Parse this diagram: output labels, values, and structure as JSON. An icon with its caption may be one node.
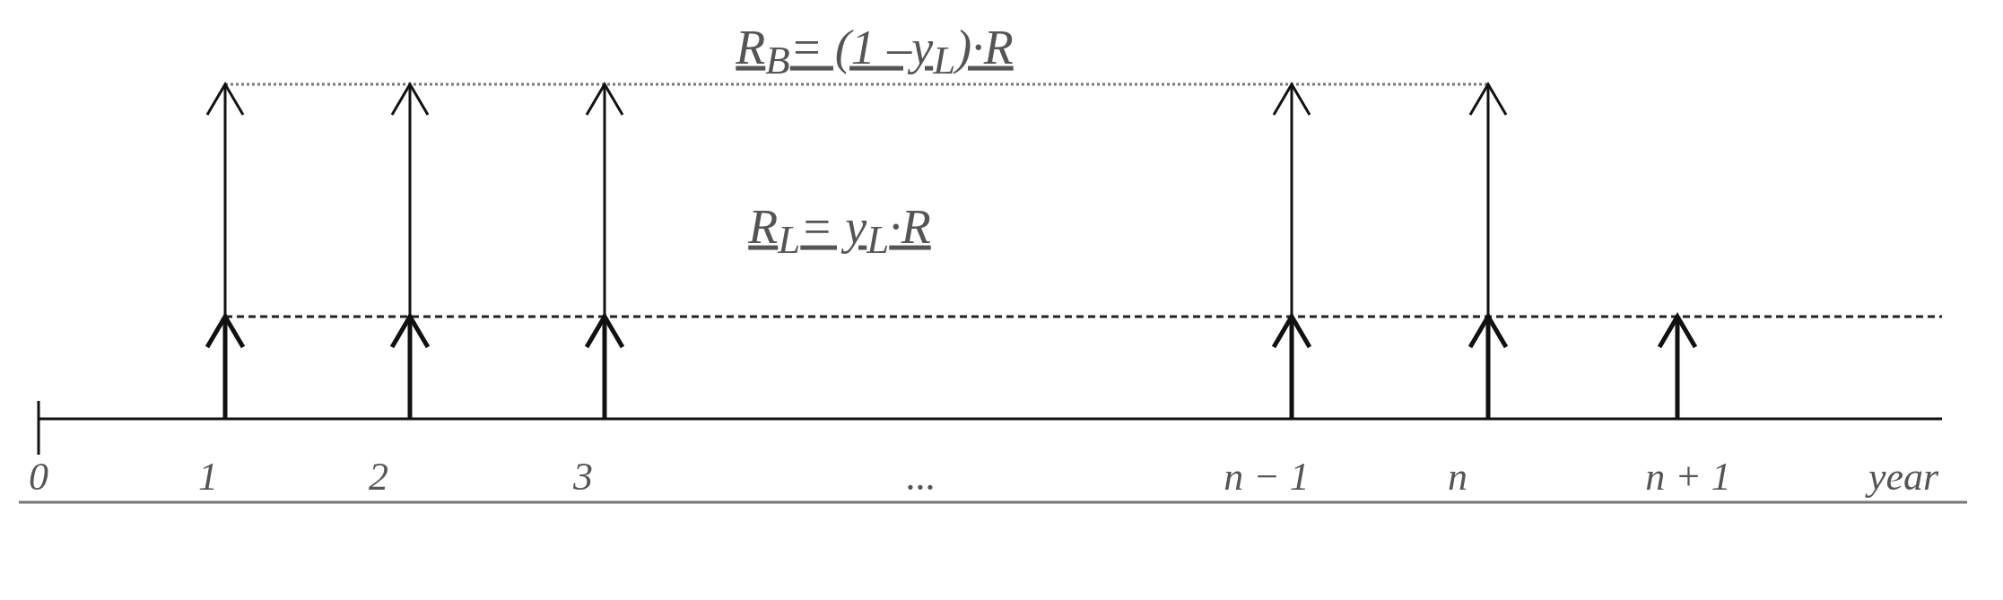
{
  "diagram": {
    "labels": [
      "R$_{B}$= (1 –y$_{L}$)·R",
      "R$_{L}$= y$_{L}$·R",
      "0",
      "1",
      "2",
      "3",
      "...",
      "n − 1",
      "n",
      "n + 1",
      "year"
    ]
  }
}
